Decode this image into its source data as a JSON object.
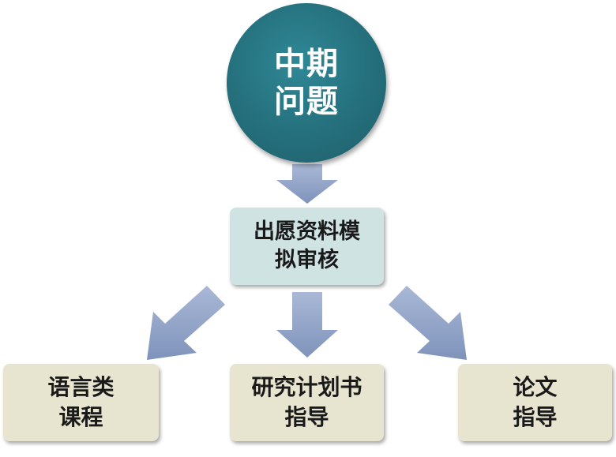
{
  "root": {
    "label": "中期问题"
  },
  "middle": {
    "label": "出愿资料模拟审核"
  },
  "children": [
    {
      "label": "语言类课程"
    },
    {
      "label": "研究计划书指导"
    },
    {
      "label": "论文指导"
    }
  ],
  "colors": {
    "root_fill": "#256f7c",
    "middle_fill": "#cfe3e3",
    "child_fill": "#e7e4cf",
    "arrow_fill": "#8ea0c4"
  }
}
